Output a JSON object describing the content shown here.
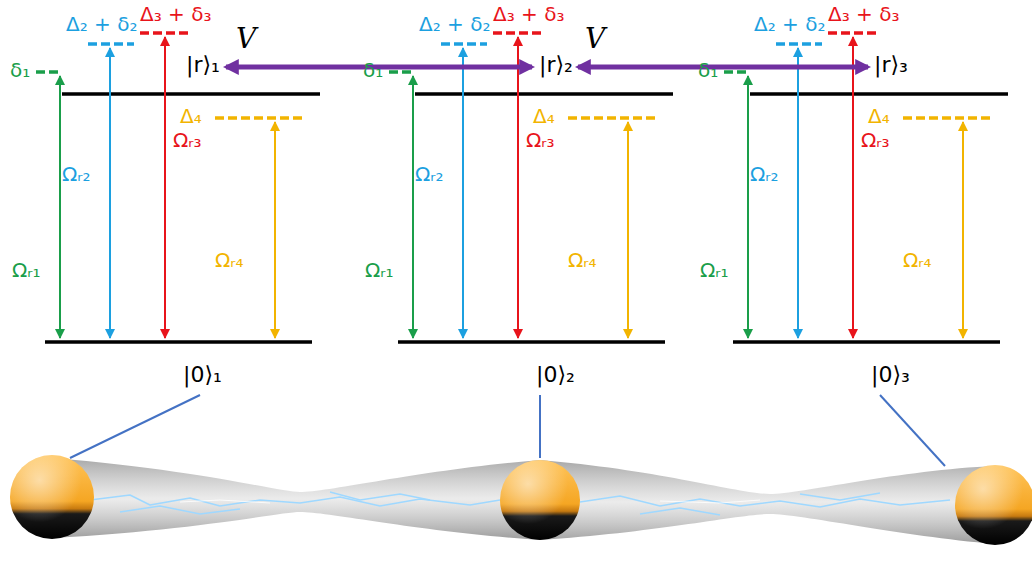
{
  "diagram": {
    "labels": [
      "δ₁",
      "Δ₂ + δ₂",
      "Δ₃ + δ₃",
      "|r⟩₁",
      "Ωᵣ₁",
      "Ωᵣ₂",
      "Ωᵣ₃",
      "Δ₄",
      "Ωᵣ₄",
      "|0⟩₁",
      "δ₁",
      "Δ₂ + δ₂",
      "Δ₃ + δ₃",
      "|r⟩₂",
      "Ωᵣ₁",
      "Ωᵣ₂",
      "Ωᵣ₃",
      "Δ₄",
      "Ωᵣ₄",
      "|0⟩₂",
      "δ₁",
      "Δ₂ + δ₂",
      "Δ₃ + δ₃",
      "|r⟩₃",
      "Ωᵣ₁",
      "Ωᵣ₂",
      "Ωᵣ₃",
      "Δ₄",
      "Ωᵣ₄",
      "|0⟩₃",
      "V",
      "V"
    ]
  }
}
